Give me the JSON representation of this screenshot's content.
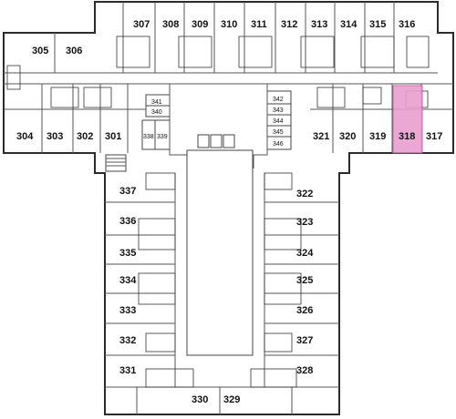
{
  "highlighted_room": "318",
  "colors": {
    "highlight": "#ea9fd1",
    "wall": "#2b2b2b"
  },
  "rooms": {
    "r301": "301",
    "r302": "302",
    "r303": "303",
    "r304": "304",
    "r305": "305",
    "r306": "306",
    "r307": "307",
    "r308": "308",
    "r309": "309",
    "r310": "310",
    "r311": "311",
    "r312": "312",
    "r313": "313",
    "r314": "314",
    "r315": "315",
    "r316": "316",
    "r317": "317",
    "r318": "318",
    "r319": "319",
    "r320": "320",
    "r321": "321",
    "r322": "322",
    "r323": "323",
    "r324": "324",
    "r325": "325",
    "r326": "326",
    "r327": "327",
    "r328": "328",
    "r329": "329",
    "r330": "330",
    "r331": "331",
    "r332": "332",
    "r333": "333",
    "r334": "334",
    "r335": "335",
    "r336": "336",
    "r337": "337",
    "r338": "338",
    "r339": "339",
    "r340": "340",
    "r341": "341",
    "r342": "342",
    "r343": "343",
    "r344": "344",
    "r345": "345",
    "r346": "346"
  }
}
